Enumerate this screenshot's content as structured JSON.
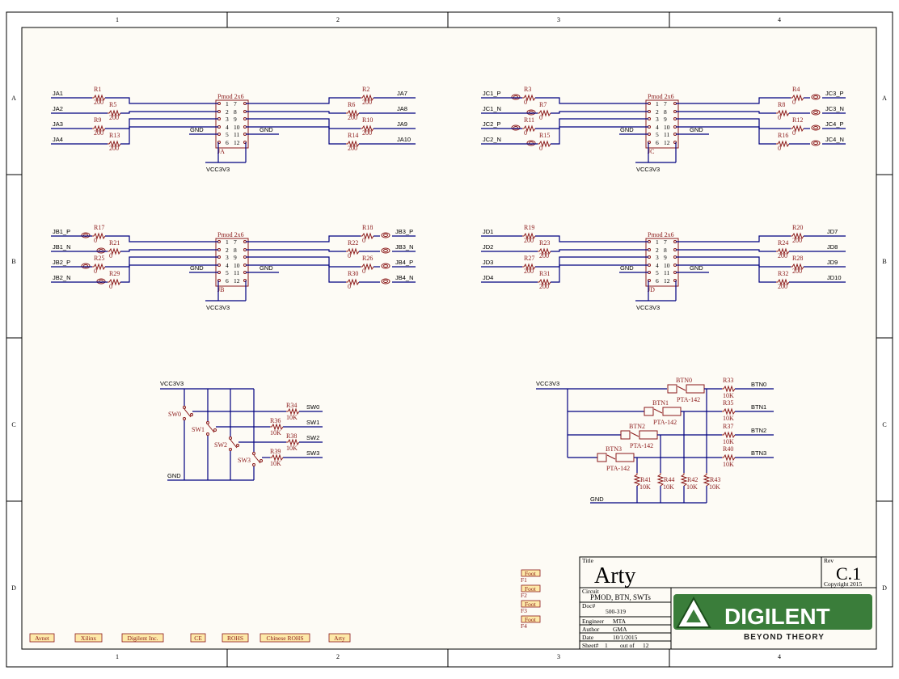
{
  "title_block": {
    "title_label": "Title",
    "title": "Arty",
    "rev_label": "Rev",
    "rev": "C.1",
    "copyright": "Copyright 2015",
    "circuit_label": "Circuit",
    "circuit": "PMOD, BTN, SWTs",
    "doc_label": "Doc#",
    "doc": "500-319",
    "engineer_label": "Engineer",
    "engineer": "MTA",
    "author_label": "Author",
    "author": "GMA",
    "date_label": "Date",
    "date": "10/1/2015",
    "sheet_label": "Sheet#",
    "sheet": "1",
    "of_label": "out of",
    "of": "12"
  },
  "logo": {
    "name": "DIGILENT",
    "tagline": "BEYOND THEORY",
    "color": "#2e7d32"
  },
  "zones": {
    "columns": [
      "1",
      "2",
      "3",
      "4"
    ],
    "rows": [
      "A",
      "B",
      "C",
      "D"
    ]
  },
  "foot_tags": [
    {
      "tag": "Foot",
      "label": "F1"
    },
    {
      "tag": "Foot",
      "label": "F2"
    },
    {
      "tag": "Foot",
      "label": "F3"
    },
    {
      "tag": "Foot",
      "label": "F4"
    }
  ],
  "bottom_tags": [
    "Avnet",
    "Xilinx",
    "Digilent Inc.",
    "CE",
    "ROHS",
    "Chinese ROHS",
    "Arty"
  ],
  "pmods": [
    {
      "name": "JA",
      "type": "Pmod 2x6",
      "left": [
        {
          "net": "JA1",
          "res": "R1",
          "val": "200"
        },
        {
          "net": "JA2",
          "res": "R5",
          "val": "200"
        },
        {
          "net": "JA3",
          "res": "R9",
          "val": "200"
        },
        {
          "net": "JA4",
          "res": "R13",
          "val": "200"
        }
      ],
      "right": [
        {
          "net": "JA7",
          "res": "R2",
          "val": "200"
        },
        {
          "net": "JA8",
          "res": "R6",
          "val": "200"
        },
        {
          "net": "JA9",
          "res": "R10",
          "val": "200"
        },
        {
          "net": "JA10",
          "res": "R14",
          "val": "200"
        }
      ],
      "gnd": "GND",
      "vcc": "VCC3V3",
      "leftPorts": false,
      "rightPorts": false
    },
    {
      "name": "JC",
      "type": "Pmod 2x6",
      "left": [
        {
          "net": "JC1_P",
          "res": "R3",
          "val": "0"
        },
        {
          "net": "JC1_N",
          "res": "R7",
          "val": "0"
        },
        {
          "net": "JC2_P",
          "res": "R11",
          "val": "0"
        },
        {
          "net": "JC2_N",
          "res": "R15",
          "val": "0"
        }
      ],
      "right": [
        {
          "net": "JC3_P",
          "res": "R4",
          "val": "0"
        },
        {
          "net": "JC3_N",
          "res": "R8",
          "val": "0"
        },
        {
          "net": "JC4_P",
          "res": "R12",
          "val": "0"
        },
        {
          "net": "JC4_N",
          "res": "R16",
          "val": "0"
        }
      ],
      "gnd": "GND",
      "vcc": "VCC3V3",
      "leftPorts": true,
      "rightPorts": true
    },
    {
      "name": "JB",
      "type": "Pmod 2x6",
      "left": [
        {
          "net": "JB1_P",
          "res": "R17",
          "val": "0"
        },
        {
          "net": "JB1_N",
          "res": "R21",
          "val": "0"
        },
        {
          "net": "JB2_P",
          "res": "R25",
          "val": "0"
        },
        {
          "net": "JB2_N",
          "res": "R29",
          "val": "0"
        }
      ],
      "right": [
        {
          "net": "JB3_P",
          "res": "R18",
          "val": "0"
        },
        {
          "net": "JB3_N",
          "res": "R22",
          "val": "0"
        },
        {
          "net": "JB4_P",
          "res": "R26",
          "val": "0"
        },
        {
          "net": "JB4_N",
          "res": "R30",
          "val": "0"
        }
      ],
      "gnd": "GND",
      "vcc": "VCC3V3",
      "leftPorts": true,
      "rightPorts": true
    },
    {
      "name": "JD",
      "type": "Pmod 2x6",
      "left": [
        {
          "net": "JD1",
          "res": "R19",
          "val": "200"
        },
        {
          "net": "JD2",
          "res": "R23",
          "val": "200"
        },
        {
          "net": "JD3",
          "res": "R27",
          "val": "200"
        },
        {
          "net": "JD4",
          "res": "R31",
          "val": "200"
        }
      ],
      "right": [
        {
          "net": "JD7",
          "res": "R20",
          "val": "200"
        },
        {
          "net": "JD8",
          "res": "R24",
          "val": "200"
        },
        {
          "net": "JD9",
          "res": "R28",
          "val": "200"
        },
        {
          "net": "JD10",
          "res": "R32",
          "val": "200"
        }
      ],
      "gnd": "GND",
      "vcc": "VCC3V3",
      "leftPorts": false,
      "rightPorts": false
    }
  ],
  "pin_rows": [
    [
      "1",
      "7"
    ],
    [
      "2",
      "8"
    ],
    [
      "3",
      "9"
    ],
    [
      "4",
      "10"
    ],
    [
      "5",
      "11"
    ],
    [
      "6",
      "12"
    ]
  ],
  "switches": {
    "vcc": "VCC3V3",
    "gnd": "GND",
    "items": [
      {
        "sw": "SW0",
        "res": "R34",
        "val": "10K",
        "net": "SW0"
      },
      {
        "sw": "SW1",
        "res": "R36",
        "val": "10K",
        "net": "SW1"
      },
      {
        "sw": "SW2",
        "res": "R38",
        "val": "10K",
        "net": "SW2"
      },
      {
        "sw": "SW3",
        "res": "R39",
        "val": "10K",
        "net": "SW3"
      }
    ]
  },
  "buttons": {
    "vcc": "VCC3V3",
    "gnd": "GND",
    "part": "PTA-142",
    "items": [
      {
        "btn": "BTN0",
        "res": "R33",
        "val": "10K",
        "net": "BTN0",
        "pd": "R43",
        "pdval": "10K"
      },
      {
        "btn": "BTN1",
        "res": "R35",
        "val": "10K",
        "net": "BTN1",
        "pd": "R42",
        "pdval": "10K"
      },
      {
        "btn": "BTN2",
        "res": "R37",
        "val": "10K",
        "net": "BTN2",
        "pd": "R44",
        "pdval": "10K"
      },
      {
        "btn": "BTN3",
        "res": "R40",
        "val": "10K",
        "net": "BTN3",
        "pd": "R41",
        "pdval": "10K"
      }
    ]
  }
}
